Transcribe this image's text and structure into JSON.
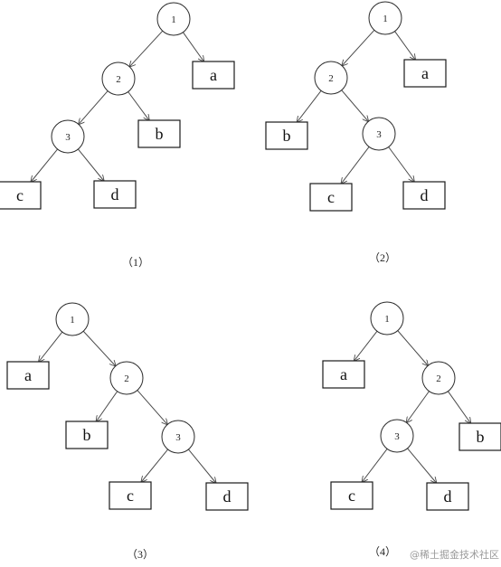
{
  "diagrams": [
    {
      "caption": "（1）",
      "nodes": [
        {
          "id": "n1",
          "label": "1",
          "shape": "circle"
        },
        {
          "id": "n2",
          "label": "2",
          "shape": "circle"
        },
        {
          "id": "a",
          "label": "a",
          "shape": "rect"
        },
        {
          "id": "n3",
          "label": "3",
          "shape": "circle"
        },
        {
          "id": "b",
          "label": "b",
          "shape": "rect"
        },
        {
          "id": "c",
          "label": "c",
          "shape": "rect"
        },
        {
          "id": "d",
          "label": "d",
          "shape": "rect"
        }
      ],
      "edges": [
        [
          "n1",
          "n2"
        ],
        [
          "n1",
          "a"
        ],
        [
          "n2",
          "n3"
        ],
        [
          "n2",
          "b"
        ],
        [
          "n3",
          "c"
        ],
        [
          "n3",
          "d"
        ]
      ]
    },
    {
      "caption": "（2）",
      "nodes": [
        {
          "id": "n1",
          "label": "1",
          "shape": "circle"
        },
        {
          "id": "n2",
          "label": "2",
          "shape": "circle"
        },
        {
          "id": "a",
          "label": "a",
          "shape": "rect"
        },
        {
          "id": "b",
          "label": "b",
          "shape": "rect"
        },
        {
          "id": "n3",
          "label": "3",
          "shape": "circle"
        },
        {
          "id": "c",
          "label": "c",
          "shape": "rect"
        },
        {
          "id": "d",
          "label": "d",
          "shape": "rect"
        }
      ],
      "edges": [
        [
          "n1",
          "n2"
        ],
        [
          "n1",
          "a"
        ],
        [
          "n2",
          "b"
        ],
        [
          "n2",
          "n3"
        ],
        [
          "n3",
          "c"
        ],
        [
          "n3",
          "d"
        ]
      ]
    },
    {
      "caption": "（3）",
      "nodes": [
        {
          "id": "n1",
          "label": "1",
          "shape": "circle"
        },
        {
          "id": "a",
          "label": "a",
          "shape": "rect"
        },
        {
          "id": "n2",
          "label": "2",
          "shape": "circle"
        },
        {
          "id": "b",
          "label": "b",
          "shape": "rect"
        },
        {
          "id": "n3",
          "label": "3",
          "shape": "circle"
        },
        {
          "id": "c",
          "label": "c",
          "shape": "rect"
        },
        {
          "id": "d",
          "label": "d",
          "shape": "rect"
        }
      ],
      "edges": [
        [
          "n1",
          "a"
        ],
        [
          "n1",
          "n2"
        ],
        [
          "n2",
          "b"
        ],
        [
          "n2",
          "n3"
        ],
        [
          "n3",
          "c"
        ],
        [
          "n3",
          "d"
        ]
      ]
    },
    {
      "caption": "（4）",
      "nodes": [
        {
          "id": "n1",
          "label": "1",
          "shape": "circle"
        },
        {
          "id": "a",
          "label": "a",
          "shape": "rect"
        },
        {
          "id": "n2",
          "label": "2",
          "shape": "circle"
        },
        {
          "id": "n3",
          "label": "3",
          "shape": "circle"
        },
        {
          "id": "b",
          "label": "b",
          "shape": "rect"
        },
        {
          "id": "c",
          "label": "c",
          "shape": "rect"
        },
        {
          "id": "d",
          "label": "d",
          "shape": "rect"
        }
      ],
      "edges": [
        [
          "n1",
          "a"
        ],
        [
          "n1",
          "n2"
        ],
        [
          "n2",
          "n3"
        ],
        [
          "n2",
          "b"
        ],
        [
          "n3",
          "c"
        ],
        [
          "n3",
          "d"
        ]
      ]
    }
  ],
  "watermark": "@稀土掘金技术社区",
  "colors": {
    "stroke": "#2a2a2a",
    "edge": "#4a4a4a",
    "watermark": "#9a9a9a"
  }
}
